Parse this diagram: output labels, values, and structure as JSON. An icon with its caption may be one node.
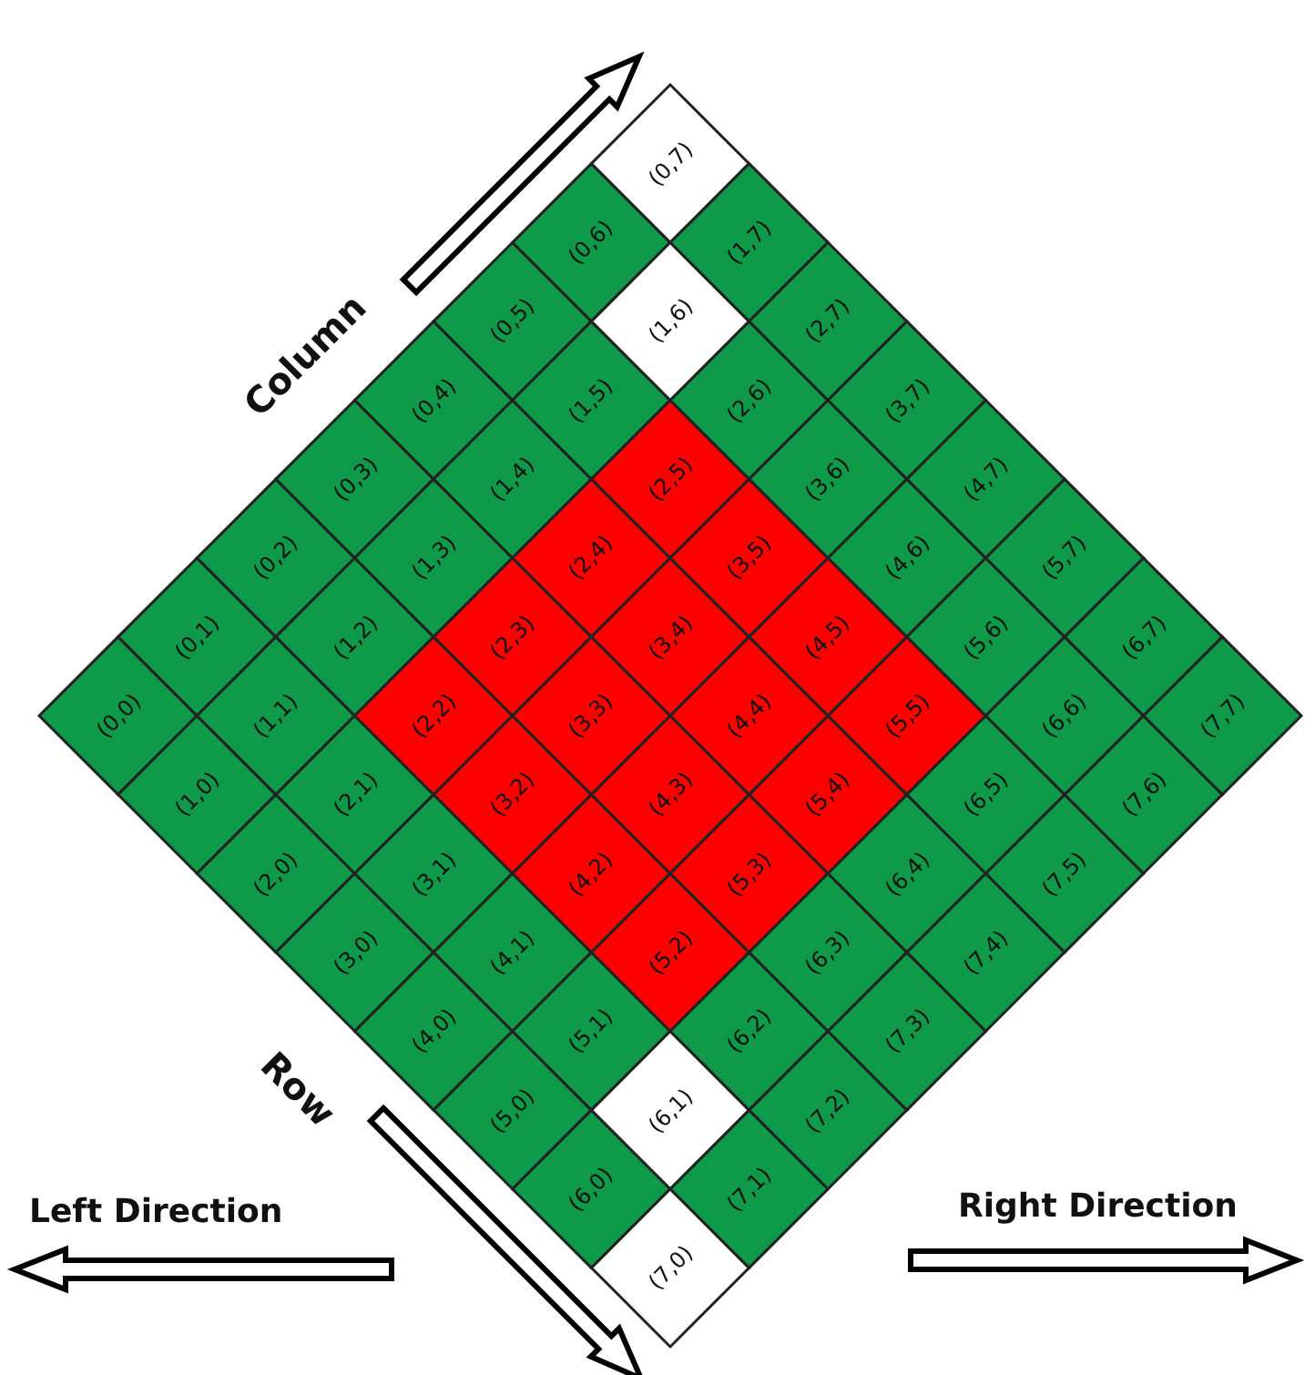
{
  "diagram": {
    "nodes": [
      {
        "text": [
          "(0,0)"
        ]
      },
      {
        "text": [
          "(0,1)"
        ]
      },
      {
        "text": [
          "(0,2)"
        ]
      },
      {
        "text": [
          "(0,3)"
        ]
      },
      {
        "text": [
          "(0,4)"
        ]
      },
      {
        "text": [
          "(0,5)"
        ]
      },
      {
        "text": [
          "(0,6)"
        ]
      },
      {
        "text": [
          "(0,7)"
        ]
      },
      {
        "text": [
          "(1,0)"
        ]
      },
      {
        "text": [
          "(1,1)"
        ]
      },
      {
        "text": [
          "(1,2)"
        ]
      },
      {
        "text": [
          "(1,3)"
        ]
      },
      {
        "text": [
          "(1,4)"
        ]
      },
      {
        "text": [
          "(1,5)"
        ]
      },
      {
        "text": [
          "(1,6)"
        ]
      },
      {
        "text": [
          "(1,7)"
        ]
      },
      {
        "text": [
          "(2,0)"
        ]
      },
      {
        "text": [
          "(2,1)"
        ]
      },
      {
        "text": [
          "(2,2)"
        ]
      },
      {
        "text": [
          "(2,3)"
        ]
      },
      {
        "text": [
          "(2,4)"
        ]
      },
      {
        "text": [
          "(2,5)"
        ]
      },
      {
        "text": [
          "(2,6)"
        ]
      },
      {
        "text": [
          "(2,7)"
        ]
      },
      {
        "text": [
          "(3,0)"
        ]
      },
      {
        "text": [
          "(3,1)"
        ]
      },
      {
        "text": [
          "(3,2)"
        ]
      },
      {
        "text": [
          "(3,3)"
        ]
      },
      {
        "text": [
          "(3,4)"
        ]
      },
      {
        "text": [
          "(3,5)"
        ]
      },
      {
        "text": [
          "(3,6)"
        ]
      },
      {
        "text": [
          "(3,7)"
        ]
      },
      {
        "text": [
          "(4,0)"
        ]
      },
      {
        "text": [
          "(4,1)"
        ]
      },
      {
        "text": [
          "(4,2)"
        ]
      },
      {
        "text": [
          "(4,3)"
        ]
      },
      {
        "text": [
          "(4,4)"
        ]
      },
      {
        "text": [
          "(4,5)"
        ]
      },
      {
        "text": [
          "(4,6)"
        ]
      },
      {
        "text": [
          "(4,7)"
        ]
      },
      {
        "text": [
          "(5,0)"
        ]
      },
      {
        "text": [
          "(5,1)"
        ]
      },
      {
        "text": [
          "(5,2)"
        ]
      },
      {
        "text": [
          "(5,3)"
        ]
      },
      {
        "text": [
          "(5,4)"
        ]
      },
      {
        "text": [
          "(5,5)"
        ]
      },
      {
        "text": [
          "(5,6)"
        ]
      },
      {
        "text": [
          "(5,7)"
        ]
      },
      {
        "text": [
          "(6,0)"
        ]
      },
      {
        "text": [
          "(6,1)"
        ]
      },
      {
        "text": [
          "(6,2)"
        ]
      },
      {
        "text": [
          "(6,3)"
        ]
      },
      {
        "text": [
          "(6,4)"
        ]
      },
      {
        "text": [
          "(6,5)"
        ]
      },
      {
        "text": [
          "(6,6)"
        ]
      },
      {
        "text": [
          "(6,7)"
        ]
      },
      {
        "text": [
          "(7,0)"
        ]
      },
      {
        "text": [
          "(7,1)"
        ]
      },
      {
        "text": [
          "(7,2)"
        ]
      },
      {
        "text": [
          "(7,3)"
        ]
      },
      {
        "text": [
          "(7,4)"
        ]
      },
      {
        "text": [
          "(7,5)"
        ]
      },
      {
        "text": [
          "(7,6)"
        ]
      },
      {
        "text": [
          "(7,7)"
        ]
      }
    ],
    "labels": [
      "Column",
      "Row",
      "Left Direction",
      "Right Direction"
    ]
  }
}
